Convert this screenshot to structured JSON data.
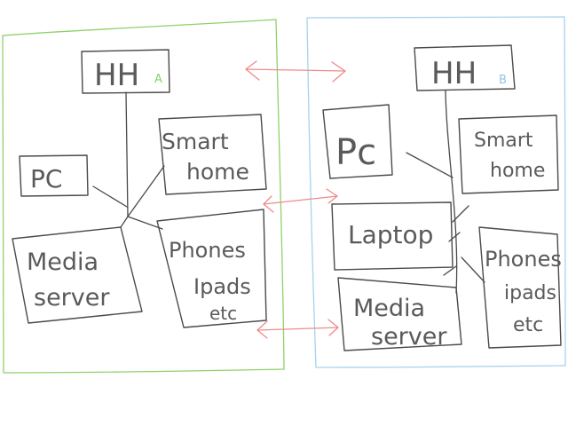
{
  "colors": {
    "household_a_border": "#8fd16a",
    "household_b_border": "#a6d3ee",
    "link_arrows": "#f08a8a",
    "ink": "#4a4a4a",
    "label_a": "#7fd46a",
    "label_b": "#8fc6ea"
  },
  "household_a": {
    "hub_label": "HH",
    "hub_suffix": "A",
    "pc": "PC",
    "smart_home": [
      "Smart",
      "home"
    ],
    "media_server": [
      "Media",
      "server"
    ],
    "phones": [
      "Phones",
      "Ipads",
      "etc"
    ]
  },
  "household_b": {
    "hub_label": "HH",
    "hub_suffix": "B",
    "pc": "Pc",
    "smart_home": [
      "Smart",
      "home"
    ],
    "laptop": "Laptop",
    "media_server": [
      "Media",
      "server"
    ],
    "phones": [
      "Phones",
      "ipads",
      "etc"
    ]
  }
}
